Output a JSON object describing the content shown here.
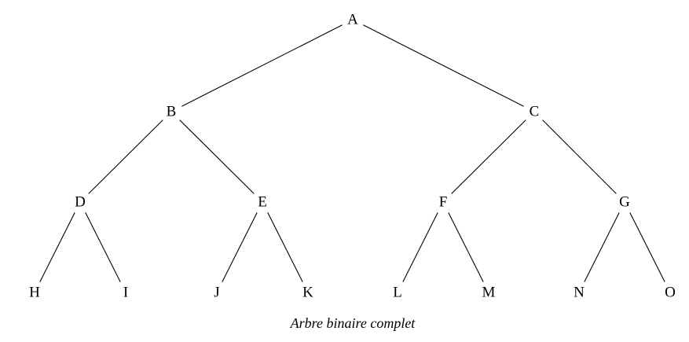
{
  "tree": {
    "nodes": [
      {
        "id": "A",
        "label": "A"
      },
      {
        "id": "B",
        "label": "B"
      },
      {
        "id": "C",
        "label": "C"
      },
      {
        "id": "D",
        "label": "D"
      },
      {
        "id": "E",
        "label": "E"
      },
      {
        "id": "F",
        "label": "F"
      },
      {
        "id": "G",
        "label": "G"
      },
      {
        "id": "H",
        "label": "H"
      },
      {
        "id": "I",
        "label": "I"
      },
      {
        "id": "J",
        "label": "J"
      },
      {
        "id": "K",
        "label": "K"
      },
      {
        "id": "L",
        "label": "L"
      },
      {
        "id": "M",
        "label": "M"
      },
      {
        "id": "N",
        "label": "N"
      },
      {
        "id": "O",
        "label": "O"
      }
    ],
    "edges": [
      [
        "A",
        "B"
      ],
      [
        "A",
        "C"
      ],
      [
        "B",
        "D"
      ],
      [
        "B",
        "E"
      ],
      [
        "C",
        "F"
      ],
      [
        "C",
        "G"
      ],
      [
        "D",
        "H"
      ],
      [
        "D",
        "I"
      ],
      [
        "E",
        "J"
      ],
      [
        "E",
        "K"
      ],
      [
        "F",
        "L"
      ],
      [
        "F",
        "M"
      ],
      [
        "G",
        "N"
      ],
      [
        "G",
        "O"
      ]
    ],
    "caption": "Arbre binaire complet"
  }
}
